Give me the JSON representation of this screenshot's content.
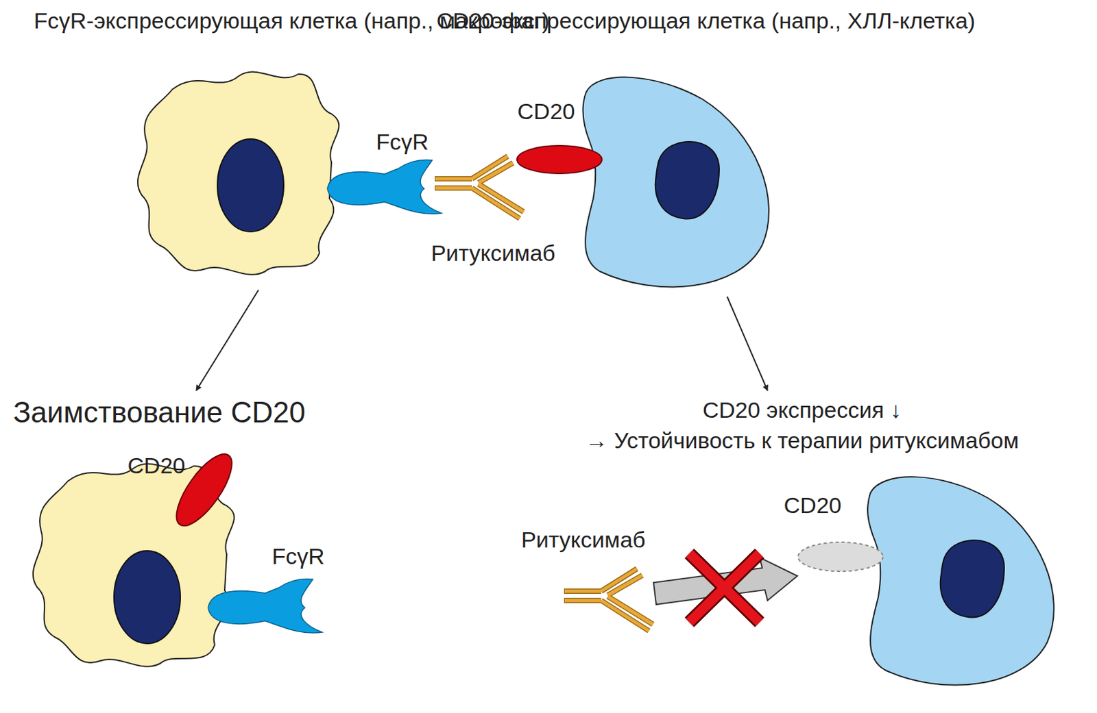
{
  "diagram": {
    "nodes": [
      {
        "text": [
          "FcγR-экспрессирующая клетка (напр., макрофаг)"
        ]
      },
      {
        "text": [
          "CD20-экспрессирующая клетка (напр., ХЛЛ-клетка)"
        ]
      },
      {
        "text": [
          "Заимствование CD20"
        ]
      },
      {
        "text": [
          "CD20 экспрессия ↓",
          "→ Устойчивость к терапии ритуксимабом"
        ]
      }
    ],
    "edges": [
      {
        "from": 0,
        "to": 2,
        "arrow": "to"
      },
      {
        "from": 1,
        "to": 3,
        "arrow": "to"
      }
    ],
    "labels": [
      "CD20",
      "FcγR",
      "Ритуксимаб",
      "CD20",
      "FcγR",
      "CD20",
      "Ритуксимаб"
    ]
  }
}
